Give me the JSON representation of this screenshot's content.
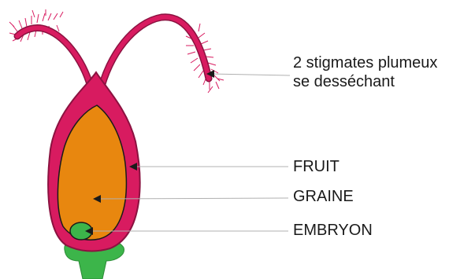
{
  "diagram": {
    "labels": {
      "stigmates_line1": "2 stigmates plumeux",
      "stigmates_line2": "se desséchant",
      "fruit": "FRUIT",
      "graine": "GRAINE",
      "embryon": "EMBRYON"
    },
    "colors": {
      "fruit_wall": "#d81b60",
      "fruit_wall_outline": "#8b1240",
      "seed": "#e8870f",
      "embryo": "#3cb54a",
      "stalk": "#3cb54a",
      "leader_line": "#b0b0b0",
      "arrow": "#1a1a1a"
    }
  }
}
